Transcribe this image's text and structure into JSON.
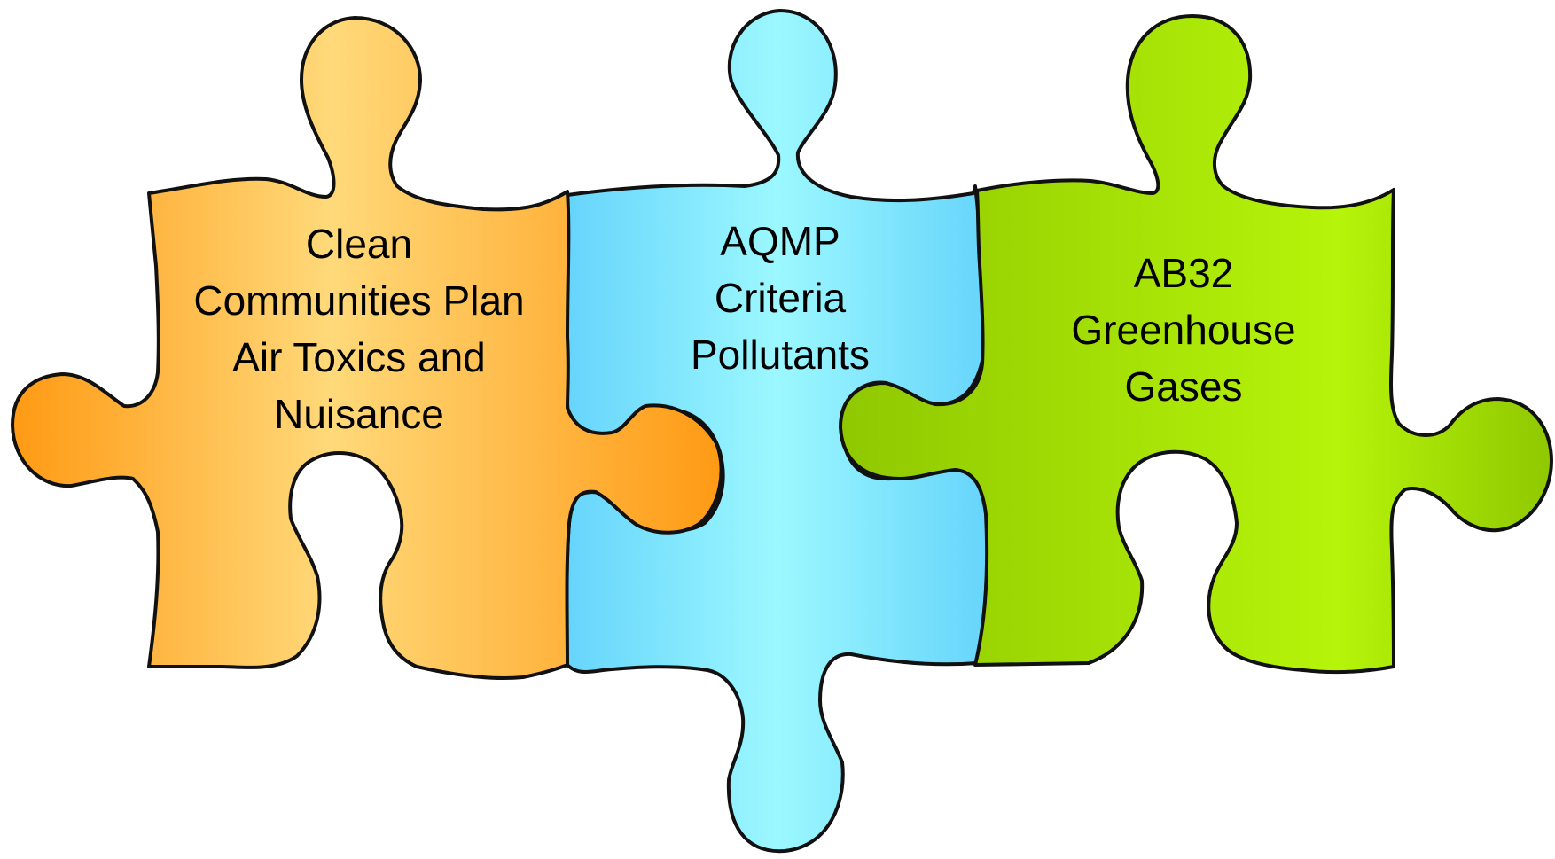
{
  "pieces": [
    {
      "id": "orange",
      "lines": [
        "Clean",
        "Communities Plan",
        "Air Toxics and",
        "Nuisance"
      ],
      "color_light": "#ffd97a",
      "color_dark": "#ff9a14"
    },
    {
      "id": "blue",
      "lines": [
        "AQMP",
        "Criteria",
        "Pollutants"
      ],
      "color_light": "#9cf8ff",
      "color_dark": "#66d4fb"
    },
    {
      "id": "green",
      "lines": [
        "AB32",
        "Greenhouse",
        "Gases"
      ],
      "color_light": "#b6f40a",
      "color_dark": "#8fc800"
    }
  ],
  "outline_color": "#111111"
}
